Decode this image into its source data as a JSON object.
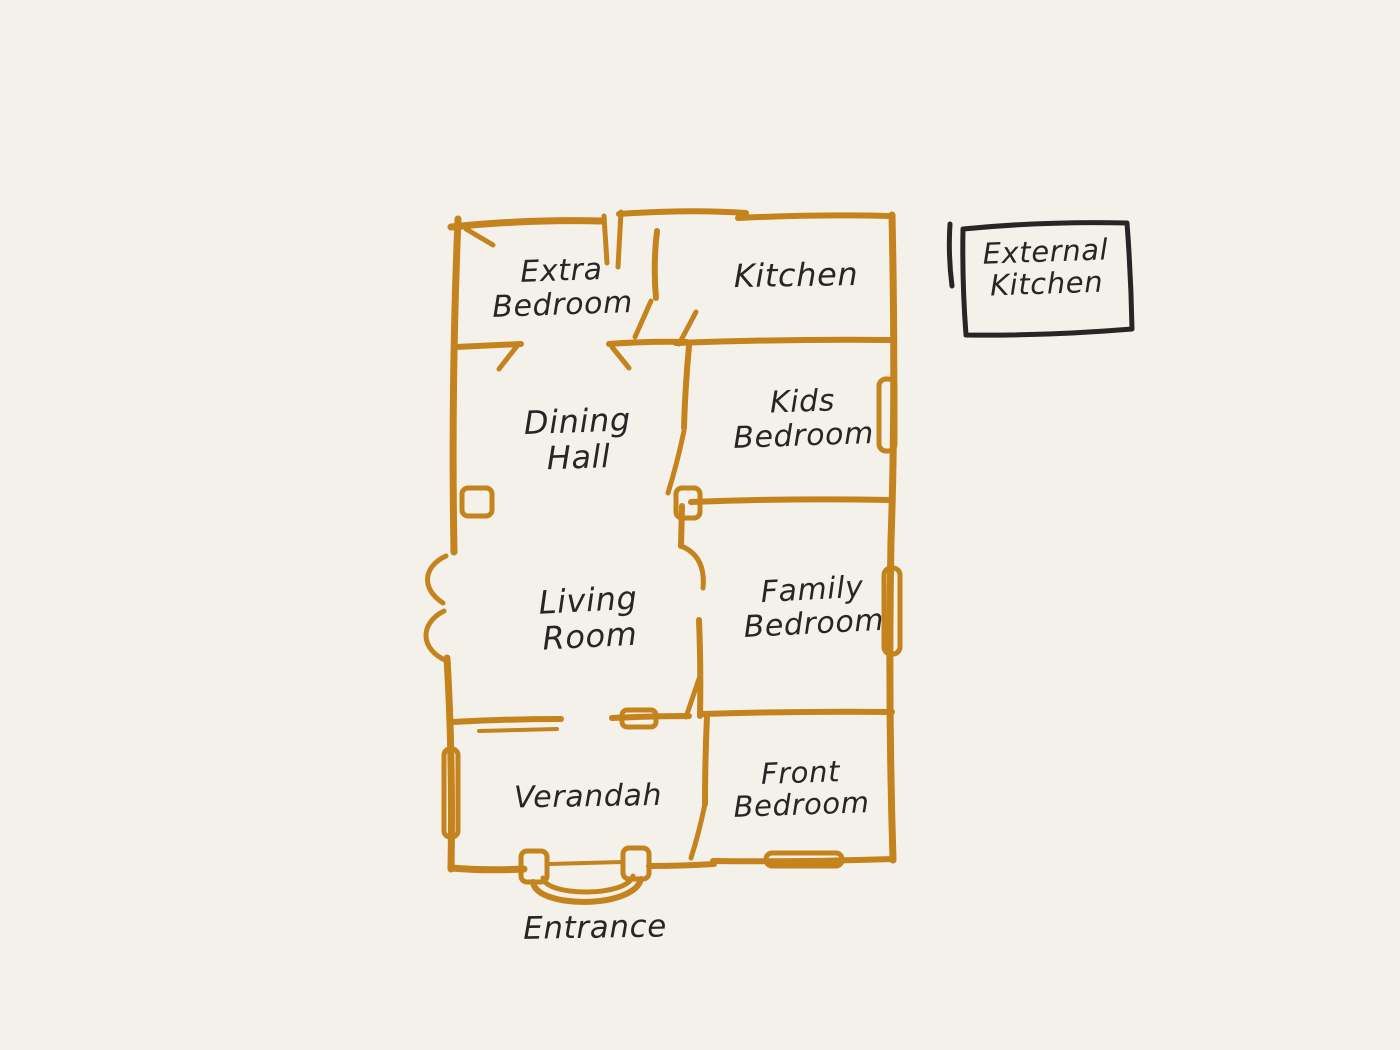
{
  "figure": {
    "background": "#f4f1ea",
    "wall_color": "#c5831e",
    "ink_color": "#262626"
  },
  "labels": [
    {
      "id": "extra-bedroom",
      "text": "Extra\nBedroom"
    },
    {
      "id": "kitchen",
      "text": "Kitchen"
    },
    {
      "id": "dining-hall",
      "text": "Dining\nHall"
    },
    {
      "id": "kids-bedroom",
      "text": "Kids\nBedroom"
    },
    {
      "id": "living-room",
      "text": "Living\nRoom"
    },
    {
      "id": "family-bedroom",
      "text": "Family\nBedroom"
    },
    {
      "id": "verandah",
      "text": "Verandah"
    },
    {
      "id": "front-bedroom",
      "text": "Front\nBedroom"
    },
    {
      "id": "entrance",
      "text": "Entrance"
    },
    {
      "id": "external-kitchen",
      "text": "External\nKitchen"
    }
  ]
}
